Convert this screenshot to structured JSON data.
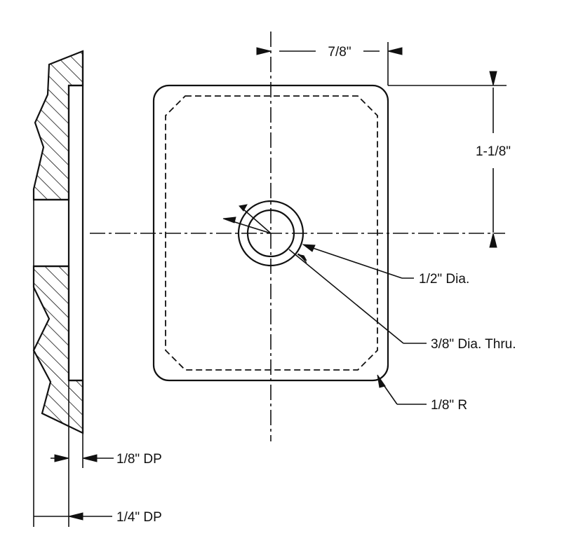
{
  "drawing": {
    "dimensions": {
      "width": "7/8\"",
      "height": "1-1/8\""
    },
    "callouts": {
      "counterbore": "1/2\" Dia.",
      "thru_hole": "3/8\" Dia. Thru.",
      "corner_radius": "1/8\" R",
      "pocket_depth": "1/8\" DP",
      "total_depth": "1/4\" DP"
    }
  }
}
